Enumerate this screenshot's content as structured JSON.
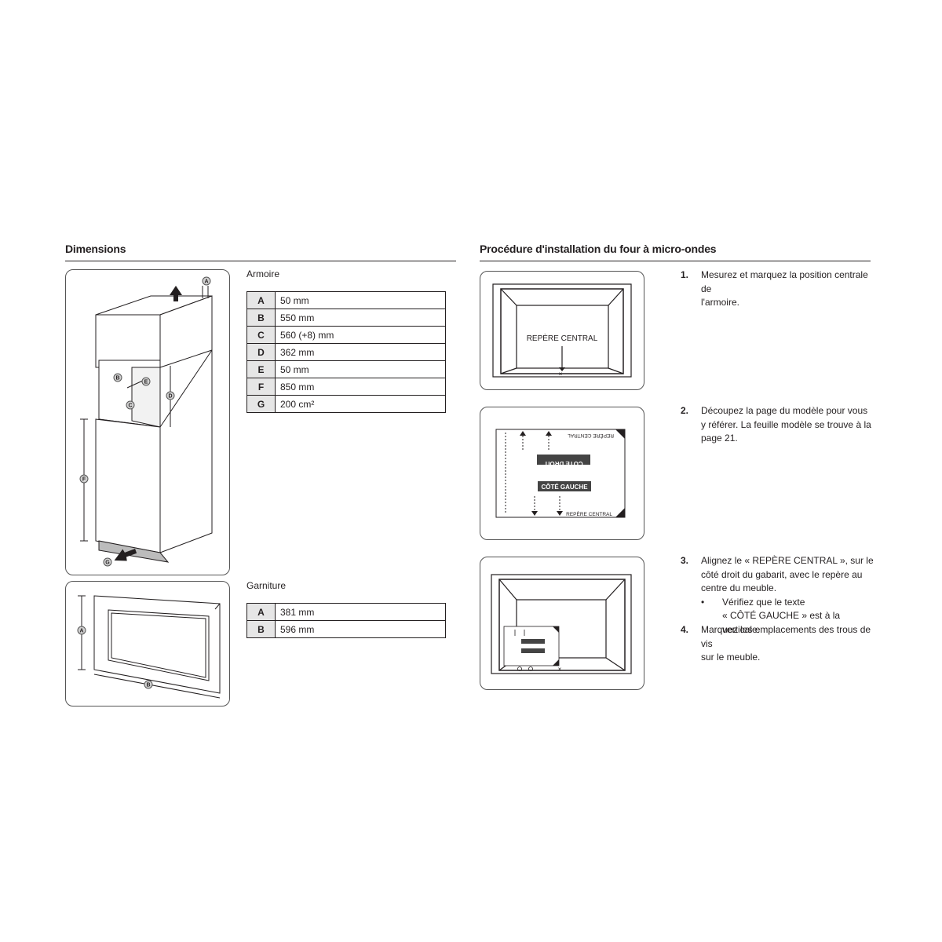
{
  "left": {
    "title": "Dimensions",
    "cabinet": {
      "label": "Armoire",
      "rows": [
        {
          "key": "A",
          "value": "50 mm"
        },
        {
          "key": "B",
          "value": "550 mm"
        },
        {
          "key": "C",
          "value": "560 (+8) mm"
        },
        {
          "key": "D",
          "value": "362 mm"
        },
        {
          "key": "E",
          "value": "50 mm"
        },
        {
          "key": "F",
          "value": "850 mm"
        },
        {
          "key": "G",
          "value": "200 cm²"
        }
      ]
    },
    "trim": {
      "label": "Garniture",
      "rows": [
        {
          "key": "A",
          "value": "381 mm"
        },
        {
          "key": "B",
          "value": "596 mm"
        }
      ]
    },
    "figure_callouts": {
      "cabinet": [
        "A",
        "B",
        "E",
        "C",
        "D",
        "F",
        "G"
      ],
      "trim": [
        "A",
        "B"
      ]
    }
  },
  "right": {
    "title": "Procédure d'installation du four à micro-ondes",
    "figure1": {
      "center_mark": "REPÈRE CENTRAL"
    },
    "figure2": {
      "mirrored_header": "REPÈRE CENTRAL",
      "right_side": "CÔTÉ DROIT",
      "left_side": "CÔTÉ GAUCHE",
      "bottom_mark": "REPÈRE CENTRAL"
    },
    "steps": [
      {
        "num": "1.",
        "lines": [
          "Mesurez et marquez la position centrale de",
          "l'armoire."
        ]
      },
      {
        "num": "2.",
        "lines": [
          "Découpez la page du modèle pour vous",
          "y référer. La feuille modèle se trouve à la",
          "page 21."
        ]
      },
      {
        "num": "3.",
        "lines": [
          "Alignez le « REPÈRE CENTRAL », sur le",
          "côté droit du gabarit, avec le repère au",
          "centre du meuble."
        ],
        "bullet": {
          "mark": "•",
          "lines": [
            "Vérifiez que le texte",
            "« CÔTÉ GAUCHE » est à la verticale."
          ]
        }
      },
      {
        "num": "4.",
        "lines": [
          "Marquez les emplacements des trous de vis",
          "sur le meuble."
        ]
      }
    ]
  }
}
